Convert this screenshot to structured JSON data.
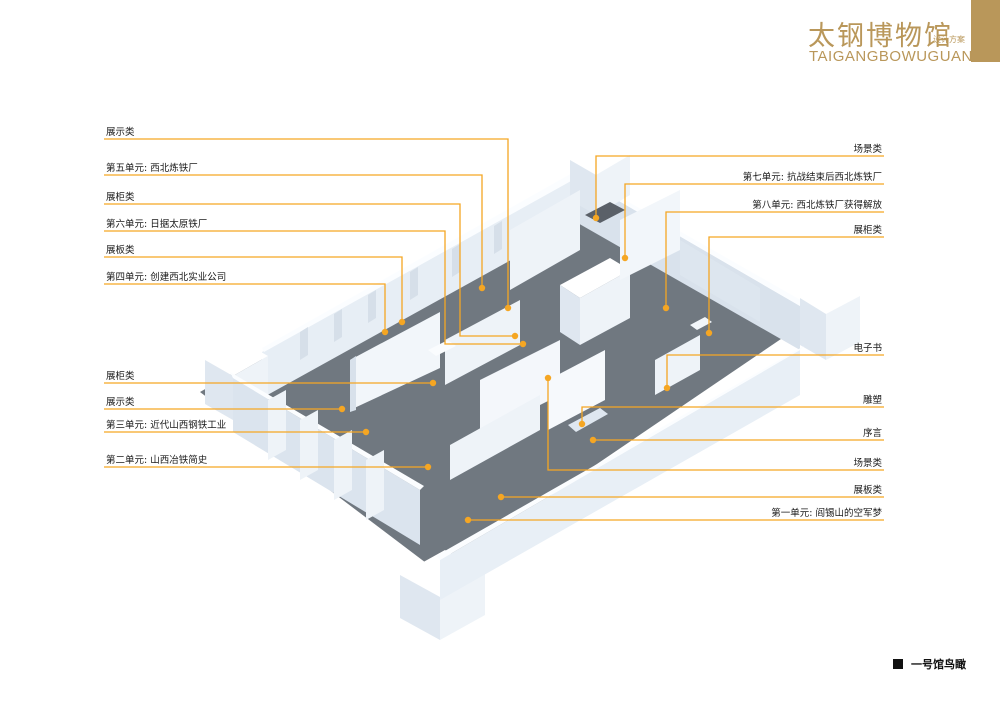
{
  "header": {
    "title_cn": "太钢博物馆",
    "subtitle": "设计方案",
    "title_en": "TAIGANGBOWUGUAN"
  },
  "colors": {
    "accent": "#f5a623",
    "brand_gold": "#b9975a",
    "wall": "#eef3f8",
    "floor": "#6f7780"
  },
  "labels_left": [
    {
      "id": "l1",
      "text": "展示类"
    },
    {
      "id": "l2",
      "text": "第五单元: 西北炼铁厂"
    },
    {
      "id": "l3",
      "text": "展柜类"
    },
    {
      "id": "l4",
      "text": "第六单元: 日据太原铁厂"
    },
    {
      "id": "l5",
      "text": "展板类"
    },
    {
      "id": "l6",
      "text": "第四单元: 创建西北实业公司"
    },
    {
      "id": "l7",
      "text": "展柜类"
    },
    {
      "id": "l8",
      "text": "展示类"
    },
    {
      "id": "l9",
      "text": "第三单元: 近代山西钢铁工业"
    },
    {
      "id": "l10",
      "text": "第二单元: 山西冶铁简史"
    }
  ],
  "labels_right": [
    {
      "id": "r1",
      "text": "场景类"
    },
    {
      "id": "r2",
      "text": "第七单元: 抗战结束后西北炼铁厂"
    },
    {
      "id": "r3",
      "text": "第八单元: 西北炼铁厂获得解放"
    },
    {
      "id": "r4",
      "text": "展柜类"
    },
    {
      "id": "r5",
      "text": "电子书"
    },
    {
      "id": "r6",
      "text": "雕塑"
    },
    {
      "id": "r7",
      "text": "序言"
    },
    {
      "id": "r8",
      "text": "场景类"
    },
    {
      "id": "r9",
      "text": "展板类"
    },
    {
      "id": "r10",
      "text": "第一单元: 阎锡山的空军梦"
    }
  ],
  "caption": "一号馆鸟瞰"
}
